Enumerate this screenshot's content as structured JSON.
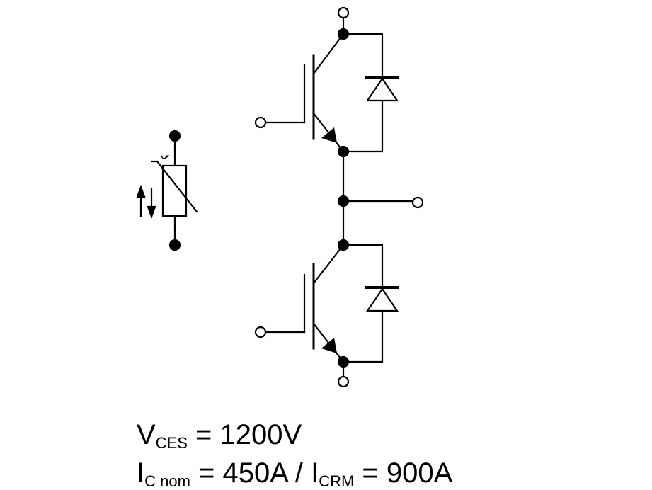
{
  "specs": {
    "voltage": {
      "symbol": "V",
      "subscript": "CES",
      "equals": " = ",
      "value": "1200V"
    },
    "current": {
      "symbol_1": "I",
      "subscript_1": "C nom",
      "equals_1": " = ",
      "value_1": "450A",
      "separator": " / ",
      "symbol_2": "I",
      "subscript_2": "CRM",
      "equals_2": " = ",
      "value_2": "900A"
    }
  },
  "colors": {
    "stroke": "#000000",
    "background": "#ffffff"
  }
}
